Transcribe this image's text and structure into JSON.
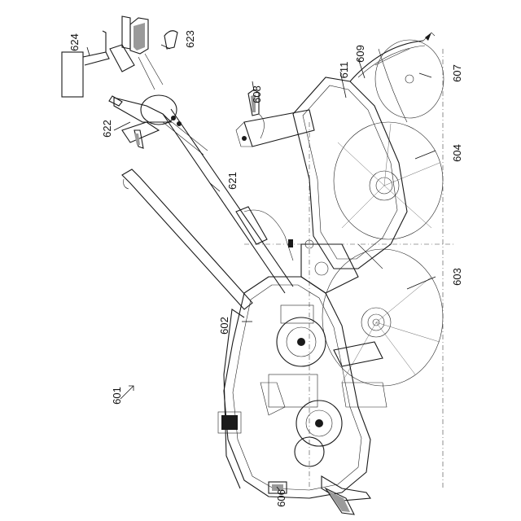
{
  "figure": {
    "labels": {
      "l601": "601",
      "l602": "602",
      "l603": "603",
      "l604": "604",
      "l606": "606",
      "l607": "607",
      "l608": "608",
      "l609": "609",
      "l611": "611",
      "l621": "621",
      "l622": "622",
      "l623": "623",
      "l624": "624"
    }
  }
}
